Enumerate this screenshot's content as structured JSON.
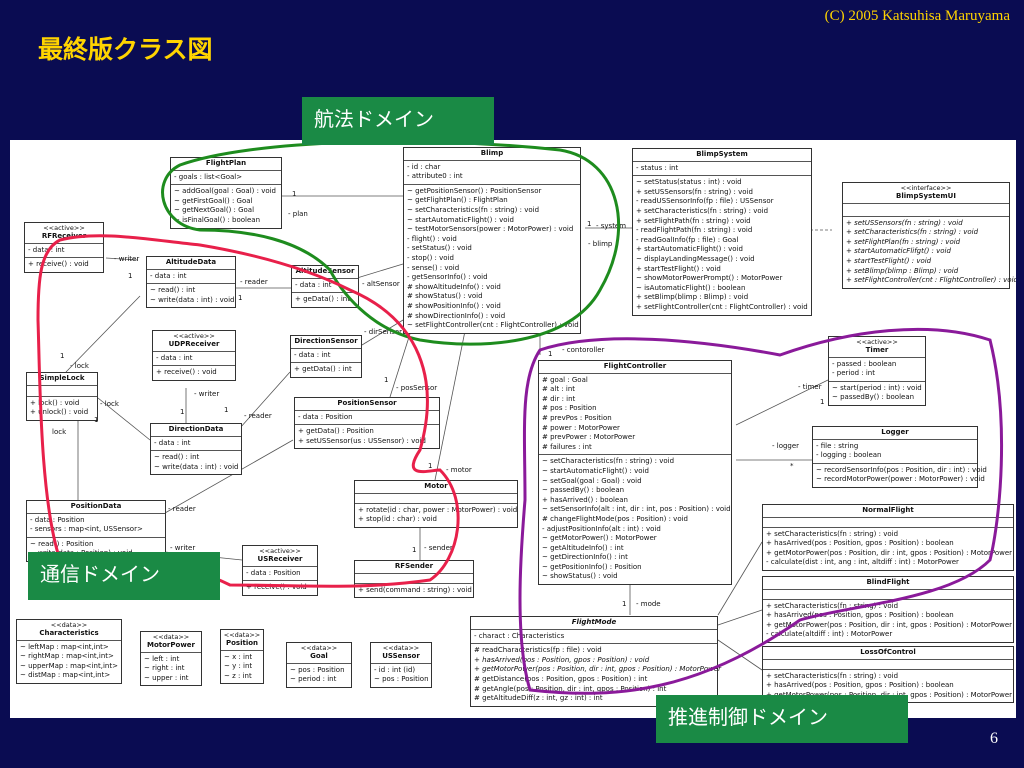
{
  "copyright": "(C) 2005 Katsuhisa Maruyama",
  "title": "最終版クラス図",
  "page_number": "6",
  "domains": {
    "nav": "航法ドメイン",
    "comm": "通信ドメイン",
    "ctrl": "推進制御ドメイン"
  },
  "domain_colors": {
    "nav": "#1e8c1e",
    "comm": "#e8204a",
    "ctrl": "#8a1a9a",
    "label_bg": "#1a8a45"
  },
  "classes": {
    "flightplan": {
      "name": "FlightPlan",
      "attrs": [
        "- goals : list<Goal>"
      ],
      "ops": [
        "~ addGoal(goal : Goal) : void",
        "~ getFirstGoal() : Goal",
        "~ getNextGoal() : Goal",
        "~ isFinalGoal() : boolean"
      ]
    },
    "blimp": {
      "name": "Blimp",
      "attrs": [
        "- id : char",
        "- attribute0 : int"
      ],
      "ops": [
        "~ getPositionSensor() : PositionSensor",
        "~ getFlightPlan() : FlightPlan",
        "~ setCharacteristics(fn : string) : void",
        "~ startAutomaticFlight() : void",
        "~ testMotorSensors(power : MotorPower) : void",
        "- flight() : void",
        "- setStatus() : void",
        "- stop() : void",
        "- sense() : void",
        "- getSensorInfo() : void",
        "# showAltitudeInfo() : void",
        "# showStatus() : void",
        "# showPositionInfo() : void",
        "# showDirectionInfo() : void",
        "~ setFlightController(cnt : FlightController) : void"
      ]
    },
    "blimpsystem": {
      "name": "BlimpSystem",
      "attrs": [
        "- status : int"
      ],
      "ops": [
        "~ setStatus(status : int) : void",
        "+ setUSSensors(fn : string) : void",
        "- readUSSensorInfo(fp : file) : USSensor",
        "+ setCharacteristics(fn : string) : void",
        "+ setFlightPath(fn : string) : void",
        "- readFlightPath(fn : string) : void",
        "- readGoalInfo(fp : file) : Goal",
        "+ startAutomaticFlight() : void",
        "~ displayLandingMessage() : void",
        "+ startTestFlight() : void",
        "~ showMotorPowerPrompt() : MotorPower",
        "~ isAutomaticFlight() : boolean",
        "+ setBlimp(blimp : Blimp) : void",
        "+ setFlightController(cnt : FlightController) : void"
      ]
    },
    "blimpsystemui": {
      "stereo": "<<interface>>",
      "name": "BlimpSystemUI",
      "ops": [
        "+ setUSSensors(fn : string) : void",
        "+ setCharacteristics(fn : string) : void",
        "+ setFlightPlan(fn : string) : void",
        "+ startAutomaticFlifgt() : void",
        "+ startTestFlight() : void",
        "+ setBlimp(blimp : Blimp) : void",
        "+ setFlightController(cnt : FlightController) : void"
      ]
    },
    "rfreceiver": {
      "stereo": "<<active>>",
      "name": "RFReceiver",
      "attrs": [
        "- data : int"
      ],
      "ops": [
        "+ receive() : void"
      ]
    },
    "altitudedata": {
      "name": "AltitudeData",
      "attrs": [
        "- data : int"
      ],
      "ops": [
        "~ read() : int",
        "~ write(data : int) : void"
      ]
    },
    "altitudesensor": {
      "name": "AltitudeSensor",
      "attrs": [
        "- data : int"
      ],
      "ops": [
        "+ geData() : int"
      ]
    },
    "udpreceiver": {
      "stereo": "<<active>>",
      "name": "UDPReceiver",
      "attrs": [
        "- data : int"
      ],
      "ops": [
        "+ receive() : void"
      ]
    },
    "directionsensor": {
      "name": "DirectionSensor",
      "attrs": [
        "- data : int"
      ],
      "ops": [
        "+ getData() : int"
      ]
    },
    "simplelock": {
      "name": "SimpleLock",
      "ops": [
        "+ lock() : void",
        "+ unlock() : void"
      ]
    },
    "directiondata": {
      "name": "DirectionData",
      "attrs": [
        "- data : int"
      ],
      "ops": [
        "~ read() : int",
        "~ write(data : int) : void"
      ]
    },
    "positionsensor": {
      "name": "PositionSensor",
      "attrs": [
        "- data : Position"
      ],
      "ops": [
        "+ getData() : Position",
        "+ setUSSensor(us : USSensor) : void"
      ]
    },
    "motor": {
      "name": "Motor",
      "ops": [
        "+ rotate(id : char, power : MotorPower) : void",
        "+ stop(id : char) : void"
      ]
    },
    "positiondata": {
      "name": "PositionData",
      "attrs": [
        "- data : Position",
        "- sensors : map<int, USSensor>"
      ],
      "ops": [
        "~ read() : Position",
        "~ write(data : Position) : void"
      ]
    },
    "usreceiver": {
      "stereo": "<<active>>",
      "name": "USReceiver",
      "attrs": [
        "- data : Position"
      ],
      "ops": [
        "+ receive() : void"
      ]
    },
    "rfsender": {
      "name": "RFSender",
      "ops": [
        "+ send(command : string) : void"
      ]
    },
    "characteristics": {
      "stereo": "<<data>>",
      "name": "Characteristics",
      "attrs": [
        "~ leftMap : map<int,int>",
        "~ rightMap : map<int,int>",
        "~ upperMap : map<int,int>",
        "~ distMap : map<int,int>"
      ]
    },
    "motorpower": {
      "stereo": "<<data>>",
      "name": "MotorPower",
      "attrs": [
        "~ left : int",
        "~ right : int",
        "~ upper : int"
      ]
    },
    "position": {
      "stereo": "<<data>>",
      "name": "Position",
      "attrs": [
        "~ x : int",
        "~ y : int",
        "~ z : int"
      ]
    },
    "goal": {
      "stereo": "<<data>>",
      "name": "Goal",
      "attrs": [
        "~ pos : Position",
        "~ period : int"
      ]
    },
    "ussensor": {
      "stereo": "<<data>>",
      "name": "USSensor",
      "attrs": [
        "- id : int (id)",
        "~ pos : Position"
      ]
    },
    "flightcontroller": {
      "name": "FlightController",
      "attrs": [
        "# goal : Goal",
        "# alt : int",
        "# dir : int",
        "# pos : Position",
        "# prevPos : Position",
        "# power : MotorPower",
        "# prevPower : MotorPower",
        "# failures : int"
      ],
      "ops": [
        "~ setCharacteristics(fn : string) : void",
        "~ startAutomaticFlight() : void",
        "~ setGoal(goal : Goal) : void",
        "~ passedBy() : boolean",
        "+ hasArrived() : boolean",
        "~ setSensorInfo(alt : int, dir : int, pos : Position) : void",
        "# changeFlightMode(pos : Position) : void",
        "- adjustPositionInfo(alt : int) : void",
        "~ getMotorPower() : MotorPower",
        "~ getAltitudeInfo() : int",
        "~ getDirectionInfo() : int",
        "~ getPositionInfo() : Position",
        "~ showStatus() : void"
      ]
    },
    "timer": {
      "stereo": "<<active>>",
      "name": "Timer",
      "attrs": [
        "- passed : boolean",
        "- period : int"
      ],
      "ops": [
        "~ start(period : int) : void",
        "~ passedBy() : boolean"
      ]
    },
    "logger": {
      "name": "Logger",
      "attrs": [
        "- file : string",
        "- logging : boolean"
      ],
      "ops": [
        "~ recordSensorInfo(pos : Position, dir : int) : void",
        "~ recordMotorPower(power : MotorPower) : void"
      ]
    },
    "normalflight": {
      "name": "NormalFlight",
      "ops": [
        "+ setCharacteristics(fn : string) : void",
        "+ hasArrived(pos : Position, gpos : Position) : boolean",
        "+ getMotorPower(pos : Position, dir : int, gpos : Position) : MotorPower",
        "- calculate(dist : int, ang : int, altdiff : int) : MotorPower"
      ]
    },
    "blindflight": {
      "name": "BlindFlight",
      "ops": [
        "+ setCharacteristics(fn : string) : void",
        "+ hasArrived(pos : Position, gpos : Position) : boolean",
        "+ getMotorPower(pos : Position, dir : int, gpos : Position) : MotorPower",
        "- calculate(altdiff : int) : MotorPower"
      ]
    },
    "lossofcontrol": {
      "name": "LossOfControl",
      "ops": [
        "+ setCharacteristics(fn : string) : void",
        "+ hasArrived(pos : Position, gpos : Position) : boolean",
        "+ getMotorPower(pos : Position, dir : int, gpos : Position) : MotorPower"
      ]
    },
    "flightmode": {
      "name": "FlightMode",
      "italic": true,
      "attrs": [
        "- charact : Characteristics"
      ],
      "ops": [
        "# readCharacteristics(fp : file) : void",
        "+ hasArrived(pos : Position, gpos : Position) : void",
        "+ getMotorPower(pos : Position, dir : int, gpos : Position) : MotorPower",
        "# getDistance(pos : Position, gpos : Position) : int",
        "# getAngle(pos : Position, dir : int, gpos : Position) : int",
        "# getAltitudeDiff(z : int, gz : int) : int"
      ],
      "italic_ops": [
        1,
        2
      ]
    }
  },
  "edge_labels": {
    "plan": "- plan",
    "system": "- system",
    "blimp_role": "- blimp",
    "writer1": "- writer",
    "reader1": "- reader",
    "altsensor": "- altSensor",
    "dirsensor": "- dirSensor",
    "lock1": "- lock",
    "lock2": "- lock",
    "lock3": "lock",
    "writer2": "- writer",
    "reader2": "- reader",
    "possensor": "- posSensor",
    "motor_role": "- motor",
    "reader3": "- reader",
    "writer3": "- writer",
    "sender": "- sender",
    "controller": "- contoroller",
    "timer_role": "- timer",
    "logger_role": "- logger",
    "mode": "- mode",
    "one": "1",
    "star": "*"
  }
}
